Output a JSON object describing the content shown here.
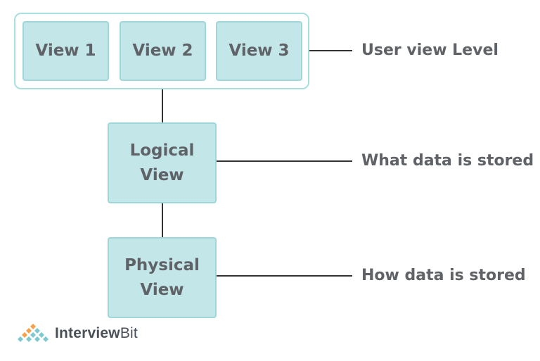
{
  "nodes": {
    "view1": "View 1",
    "view2": "View 2",
    "view3": "View 3",
    "logical": "Logical View",
    "physical": "Physical View"
  },
  "labels": {
    "user_level": "User view Level",
    "what_stored": "What data is stored",
    "how_stored": "How data is stored"
  },
  "brand": {
    "name_main": "Interview",
    "name_suffix": "Bit"
  },
  "colors": {
    "box_fill": "#c3e6e9",
    "box_border": "#9fd6da",
    "text": "#5f6266",
    "connector": "#333333"
  }
}
